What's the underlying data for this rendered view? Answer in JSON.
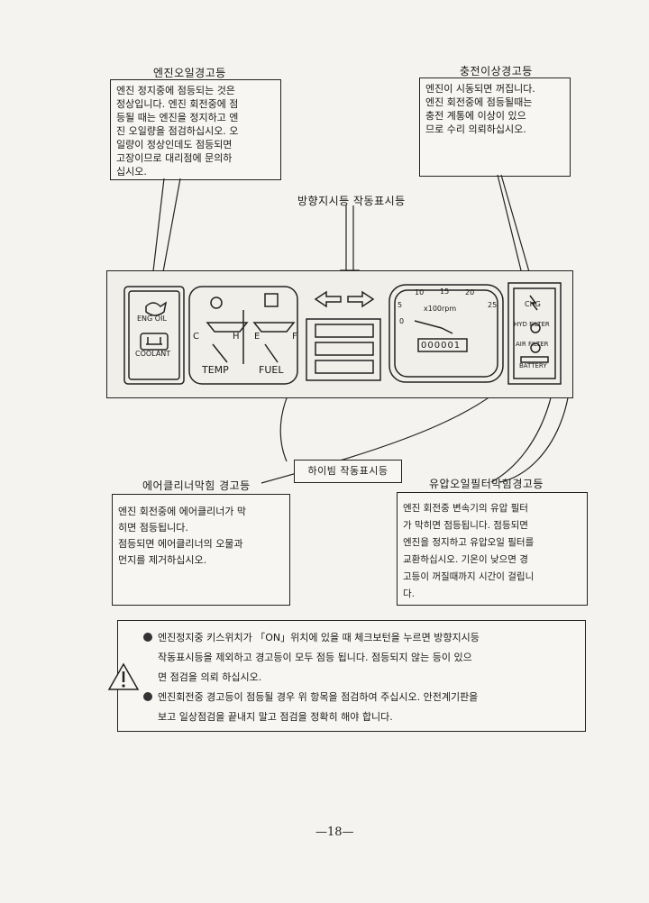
{
  "callouts": {
    "engine_oil": {
      "title": "엔진오일경고등",
      "text": "엔진 정지중에 점등되는 것은\n정상입니다. 엔진 회전중에 점\n등될 때는 엔진을 정지하고 엔\n진 오일량을 점검하십시오. 오\n일량이 정상인데도 점등되면\n고장이므로 대리점에 문의하\n십시오."
    },
    "charge": {
      "title": "충전이상경고등",
      "text": "엔진이 시동되면 꺼집니다.\n엔진 회전중에 점등될때는\n충전 계통에 이상이 있으\n므로 수리 의뢰하십시오."
    },
    "direction": {
      "title": "방향지시등 작동표시등"
    },
    "high_beam": {
      "title": "하이빔 작동표시등"
    },
    "air_cleaner": {
      "title": "에어클리너막힘 경고등",
      "text": "엔진 회전중에 에어클리너가 막\n히면 점등됩니다.\n점등되면 에어클리너의 오물과\n먼지를 제거하십시오."
    },
    "hydraulic_filter": {
      "title": "유압오일필터막힘경고등",
      "text": "엔진 회전중 변속기의 유압 필터\n가 막히면 점등됩니다. 점등되면\n엔진을 정지하고 유압오일 필터를\n교환하십시오. 기온이 낮으면 경\n고등이 꺼질때까지 시간이 걸립니\n다."
    }
  },
  "panel": {
    "eng_oil_label": "ENG OIL",
    "coolant_label": "COOLANT",
    "temp_label": "TEMP",
    "fuel_label": "FUEL",
    "temp_c": "C",
    "temp_h": "H",
    "fuel_e": "E",
    "fuel_f": "F",
    "tacho_unit": "x100rpm",
    "tacho_ticks": [
      "0",
      "5",
      "10",
      "15",
      "20",
      "25"
    ],
    "odometer": "000001",
    "chg_label": "CHG",
    "hyd_filter_label": "HYD FILTER",
    "air_filter_label": "AIR FILTER",
    "battery_label": "BATTERY"
  },
  "warning": {
    "line1": "엔진정지중 키스위치가 「ON」위치에 있을 때 체크보턴을 누르면  방향지시등",
    "line2": "작동표시등을 제외하고 경고등이 모두 점등 됩니다. 점등되지 않는 등이 있으",
    "line3": "면 점검을 의뢰 하십시오.",
    "line4": "엔진회전중 경고등이 점등될 경우 위 항목을 점검하여 주십시오. 안전계기판을",
    "line5": "보고 일상점검을 끝내지 말고 점검을 정확히 해야 합니다."
  },
  "page_number": "—18—"
}
